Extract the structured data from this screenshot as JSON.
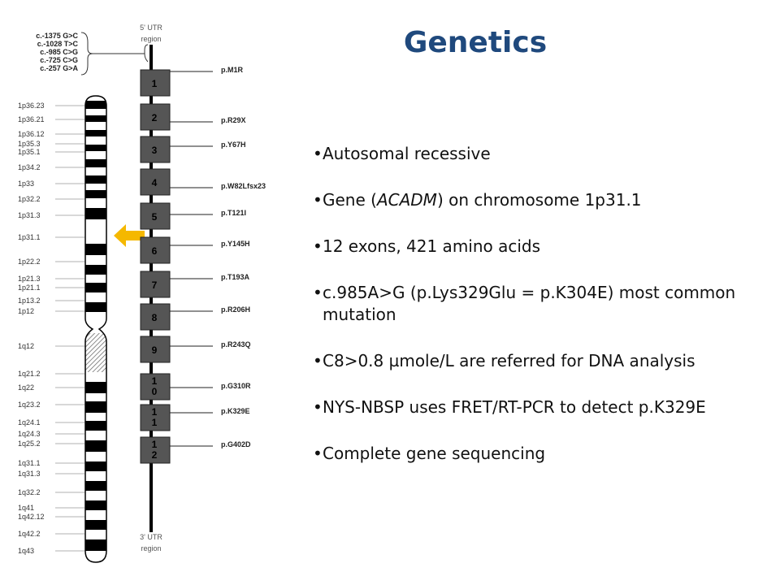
{
  "slide": {
    "title": "Genetics",
    "bullets": [
      {
        "pre": "Autosomal recessive",
        "italic": "",
        "post": ""
      },
      {
        "pre": "Gene (",
        "italic": "ACADM",
        "post": ") on chromosome 1p31.1"
      },
      {
        "pre": "12 exons, 421 amino acids",
        "italic": "",
        "post": ""
      },
      {
        "pre": "c.985A>G (p.Lys329Glu = p.K304E) most common mutation",
        "italic": "",
        "post": ""
      },
      {
        "pre": "C8>0.8 µmole/L are referred for DNA analysis",
        "italic": "",
        "post": ""
      },
      {
        "pre": "NYS-NBSP uses FRET/RT-PCR to detect p.K329E",
        "italic": "",
        "post": ""
      },
      {
        "pre": "Complete gene sequencing",
        "italic": "",
        "post": ""
      }
    ]
  },
  "chromosome": {
    "band_labels": [
      "1p36.23",
      "1p36.21",
      "1p36.12",
      "1p35.3",
      "1p35.1",
      "1p34.2",
      "1p33",
      "1p32.2",
      "1p31.3",
      "1p31.1",
      "1p22.2",
      "1p21.3",
      "1p21.1",
      "1p13.2",
      "1p12",
      "1q12",
      "1q21.2",
      "1q22",
      "1q23.2",
      "1q24.1",
      "1q24.3",
      "1q25.2",
      "1q31.1",
      "1q31.3",
      "1q32.2",
      "1q41",
      "1q42.12",
      "1q42.2",
      "1q43"
    ],
    "arrow_color": "#f5b800"
  },
  "gene": {
    "utr5_label": [
      "5' UTR",
      "region"
    ],
    "utr3_label": [
      "3' UTR",
      "region"
    ],
    "utr5_variants": [
      "c.-1375 G>C",
      "c.-1028 T>C",
      "c.-985 C>G",
      "c.-725 C>G",
      "c.-257 G>A"
    ],
    "exons": [
      "1",
      "2",
      "3",
      "4",
      "5",
      "6",
      "7",
      "8",
      "9",
      "1\n0",
      "1\n1",
      "1\n2"
    ],
    "mutations": [
      "p.M1R",
      "p.R29X",
      "p.Y67H",
      "p.W82Lfsx23",
      "p.T121I",
      "p.Y145H",
      "p.T193A",
      "p.R206H",
      "p.R243Q",
      "p.G310R",
      "p.K329E",
      "p.G402D"
    ]
  }
}
